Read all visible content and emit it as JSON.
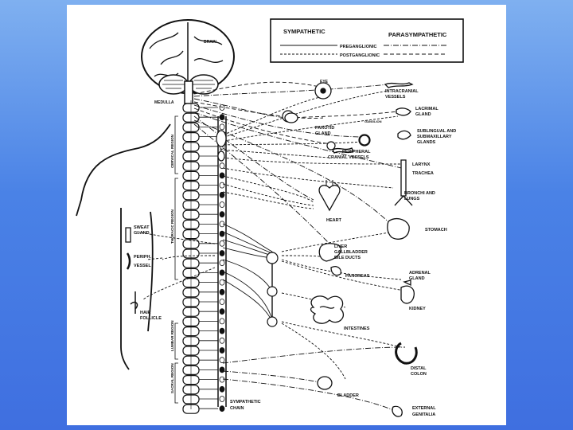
{
  "legend": {
    "sympathetic": "SYMPATHETIC",
    "parasympathetic": "PARASYMPATHETIC",
    "preganglionic": "PREGANGLIONIC",
    "postganglionic": "POSTGANGLIONIC"
  },
  "labels": {
    "brain": "BRAIN",
    "medulla": "MEDULLA",
    "cervical_region": "CERVICAL REGION",
    "thoracic_region": "THORACIC REGION",
    "lumbar_region": "LUMBAR REGION",
    "sacral_region": "SACRAL REGION",
    "sympathetic_chain_1": "SYMPATHETIC",
    "sympathetic_chain_2": "CHAIN",
    "eye": "EYE",
    "intracranial_1": "INTRACRANIAL",
    "intracranial_2": "VESSELS",
    "lacrimal_1": "LACRIMAL",
    "lacrimal_2": "GLAND",
    "ganglion": "GANGLION",
    "parotid_1": "PAROTID",
    "parotid_2": "GLAND",
    "sublingual_1": "SUBLINGUAL AND",
    "sublingual_2": "SUBMAXILLARY",
    "sublingual_3": "GLANDS",
    "peripheral_cranial_1": "PERIPHERAL",
    "peripheral_cranial_2": "CRANIAL VESSELS",
    "larynx": "LARYNX",
    "trachea": "TRACHEA",
    "bronchi_1": "BRONCHI AND",
    "bronchi_2": "LUNGS",
    "heart": "HEART",
    "stomach": "STOMACH",
    "liver_1": "LIVER",
    "liver_2": "GALLBLADDER",
    "liver_3": "BILE DUCTS",
    "pancreas": "PANCREAS",
    "adrenal_1": "ADRENAL",
    "adrenal_2": "GLAND",
    "kidney": "KIDNEY",
    "intestines": "INTESTINES",
    "distal_colon_1": "DISTAL",
    "distal_colon_2": "COLON",
    "bladder": "BLADDER",
    "genitalia_1": "EXTERNAL",
    "genitalia_2": "GENITALIA",
    "sweat_1": "SWEAT",
    "sweat_2": "GLAND",
    "periph_vessel_1": "PERIPH.",
    "periph_vessel_2": "VESSEL",
    "hair_1": "HAIR",
    "hair_2": "FOLLICLE"
  }
}
